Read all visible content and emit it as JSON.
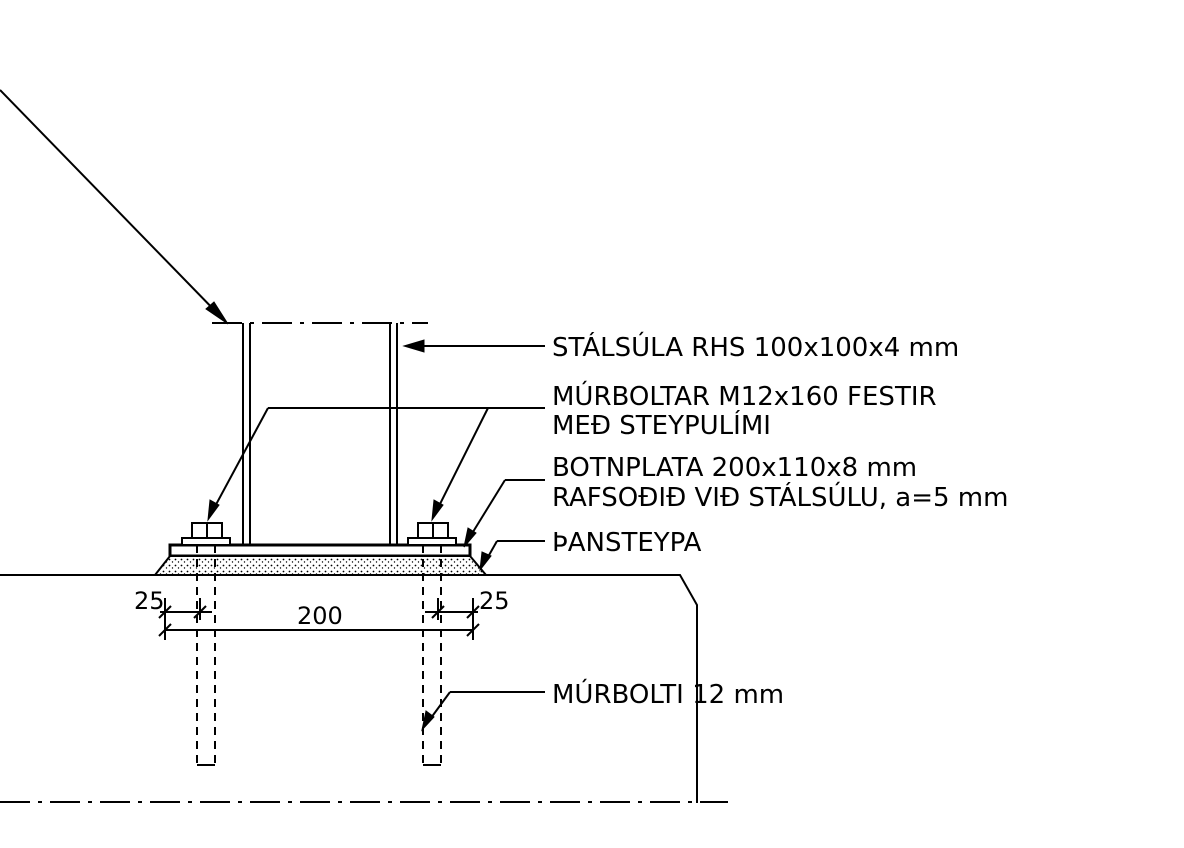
{
  "labels": {
    "column": "STÁLSÚLA RHS 100x100x4 mm",
    "anchors_line1": "MÚRBOLTAR M12x160 FESTIR",
    "anchors_line2": "MEÐ STEYPULÍMI",
    "plate_line1": "BOTNPLATA 200x110x8 mm",
    "plate_line2": "RAFSOÐIÐ VIÐ STÁLSÚLU, a=5 mm",
    "grout": "ÞANSTEYPA",
    "bolt": "MÚRBOLTI 12 mm"
  },
  "dimensions": {
    "left_edge": "25",
    "span": "200",
    "right_edge": "25"
  }
}
